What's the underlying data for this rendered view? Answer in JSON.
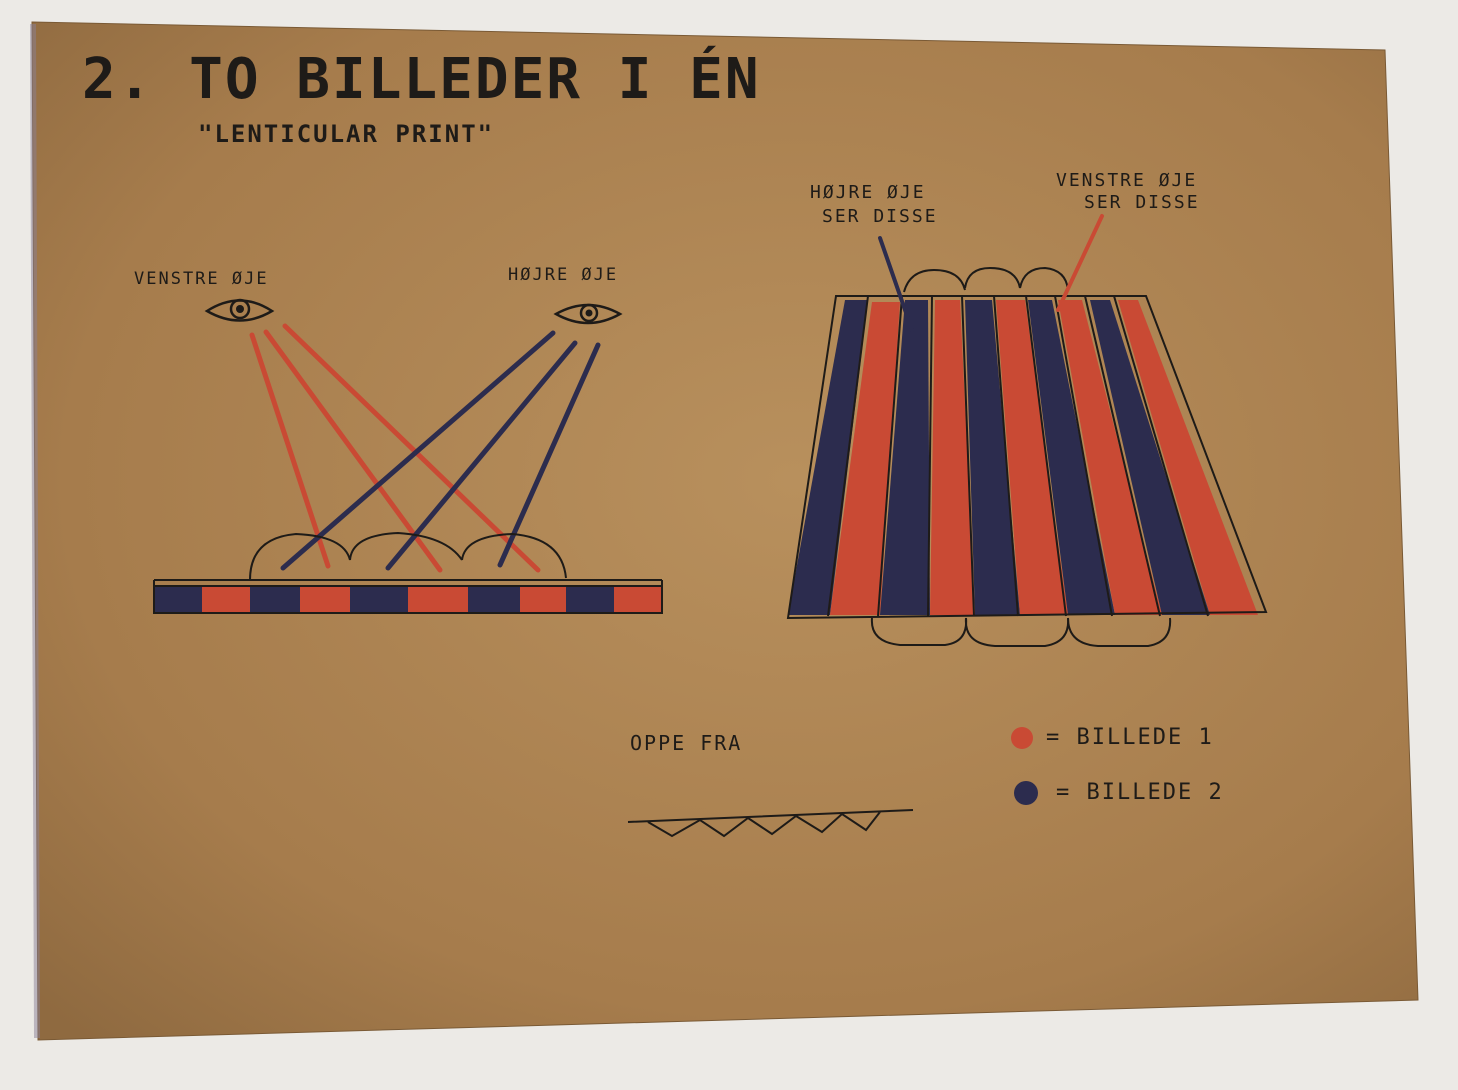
{
  "title": "2. TO BILLEDER I ÉN",
  "subtitle": "\"LENTICULAR PRINT\"",
  "side_view": {
    "left_eye_label": "VENSTRE ØJE",
    "right_eye_label": "HØJRE ØJE"
  },
  "perspective_view": {
    "right_eye_sees_line1": "HØJRE ØJE",
    "right_eye_sees_line2": "SER DISSE",
    "left_eye_sees_line1": "VENSTRE ØJE",
    "left_eye_sees_line2": "SER DISSE"
  },
  "top_view": {
    "label": "OPPE FRA"
  },
  "legend": {
    "items": [
      {
        "label": "= BILLEDE 1",
        "color": "#c94a34"
      },
      {
        "label": "= BILLEDE 2",
        "color": "#2c2c4e"
      }
    ]
  },
  "colors": {
    "paper": "#b08553",
    "red": "#c94a34",
    "navy": "#2c2c4e",
    "ink": "#1e1b18"
  }
}
